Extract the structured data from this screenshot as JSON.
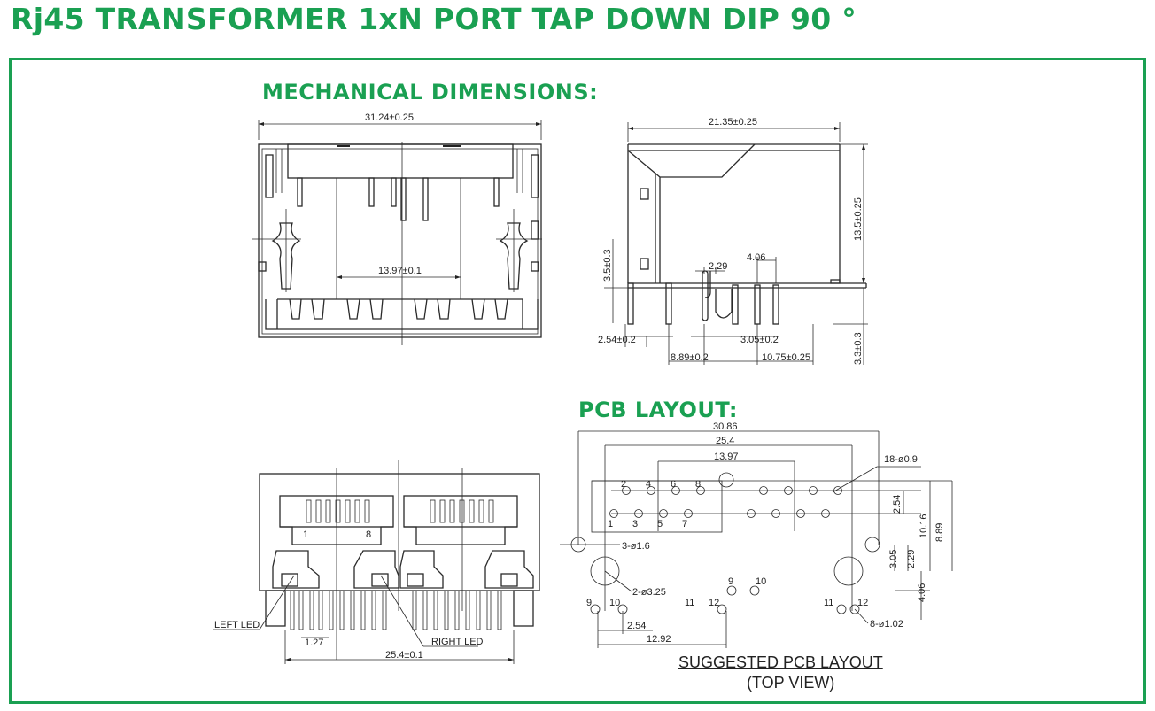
{
  "title": "Rj45 TRANSFORMER 1xN PORT TAP DOWN DIP 90 °",
  "sections": {
    "mechanical": "MECHANICAL DIMENSIONS:",
    "pcb": "PCB LAYOUT:"
  },
  "front_view": {
    "width_dim": "31.24±0.25",
    "inner_dim": "13.97±0.1"
  },
  "side_view": {
    "depth_dim": "21.35±0.25",
    "height_dim": "13.5±0.25",
    "post_height_dim": "3.5±0.3",
    "pin_dim_a": "2.29",
    "pin_dim_b": "4.06",
    "pin_offset_a": "2.54±0.2",
    "pin_offset_b": "3.05±0.2",
    "pin_span_a": "8.89±0.2",
    "pin_span_b": "10.75±0.25",
    "pin_length": "3.3±0.3"
  },
  "bottom_view": {
    "pin1": "1",
    "pin8": "8",
    "left_led": "LEFT LED",
    "right_led": "RIGHT LED",
    "pitch": "1.27",
    "port_pitch": "25.4±0.1"
  },
  "pcb_layout": {
    "dim_total": "30.86",
    "dim_port": "25.4",
    "dim_pins": "13.97",
    "holes_signal": "18-ø0.9",
    "holes_mount": "3-ø1.6",
    "holes_post": "2-ø3.25",
    "holes_led": "8-ø1.02",
    "dim_v1": "2.54",
    "dim_v2": "10.16",
    "dim_v3": "8.89",
    "dim_v4": "2.29",
    "dim_v5": "3.05",
    "dim_v6": "4.06",
    "dim_h1": "2.54",
    "dim_h2": "12.92",
    "pins_top": [
      "2",
      "4",
      "6",
      "8"
    ],
    "pins_bottom": [
      "1",
      "3",
      "5",
      "7"
    ],
    "led_pins": [
      "9",
      "10",
      "11",
      "12"
    ],
    "caption": "SUGGESTED PCB LAYOUT",
    "subcaption": "(TOP VIEW)"
  },
  "colors": {
    "accent": "#1aa052",
    "line": "#2a2a2a"
  }
}
